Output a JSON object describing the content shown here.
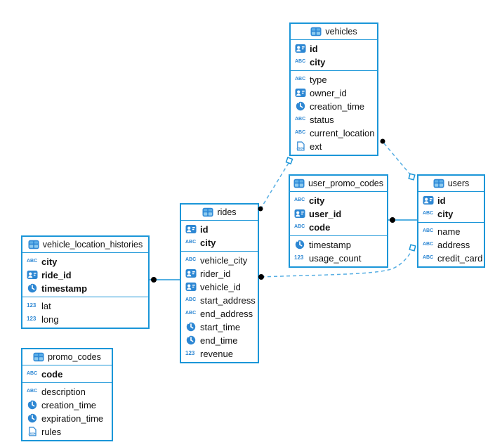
{
  "colors": {
    "table_border": "#1b96d8",
    "icon_blue": "#2d87d3",
    "dashed_line": "#56aee3",
    "dot": "#000000",
    "background": "#ffffff"
  },
  "icon_text": {
    "text": "ABC",
    "number": "123",
    "json": "JSON"
  },
  "tables": [
    {
      "name": "vehicles",
      "key_fields": [
        {
          "name": "id",
          "type": "id"
        },
        {
          "name": "city",
          "type": "text"
        }
      ],
      "fields": [
        {
          "name": "type",
          "type": "text"
        },
        {
          "name": "owner_id",
          "type": "id"
        },
        {
          "name": "creation_time",
          "type": "time"
        },
        {
          "name": "status",
          "type": "text"
        },
        {
          "name": "current_location",
          "type": "text"
        },
        {
          "name": "ext",
          "type": "json"
        }
      ]
    },
    {
      "name": "user_promo_codes",
      "key_fields": [
        {
          "name": "city",
          "type": "text"
        },
        {
          "name": "user_id",
          "type": "id"
        },
        {
          "name": "code",
          "type": "text"
        }
      ],
      "fields": [
        {
          "name": "timestamp",
          "type": "time"
        },
        {
          "name": "usage_count",
          "type": "number"
        }
      ]
    },
    {
      "name": "users",
      "key_fields": [
        {
          "name": "id",
          "type": "id"
        },
        {
          "name": "city",
          "type": "text"
        }
      ],
      "fields": [
        {
          "name": "name",
          "type": "text"
        },
        {
          "name": "address",
          "type": "text"
        },
        {
          "name": "credit_card",
          "type": "text"
        }
      ]
    },
    {
      "name": "rides",
      "key_fields": [
        {
          "name": "id",
          "type": "id"
        },
        {
          "name": "city",
          "type": "text"
        }
      ],
      "fields": [
        {
          "name": "vehicle_city",
          "type": "text"
        },
        {
          "name": "rider_id",
          "type": "id"
        },
        {
          "name": "vehicle_id",
          "type": "id"
        },
        {
          "name": "start_address",
          "type": "text"
        },
        {
          "name": "end_address",
          "type": "text"
        },
        {
          "name": "start_time",
          "type": "time"
        },
        {
          "name": "end_time",
          "type": "time"
        },
        {
          "name": "revenue",
          "type": "number"
        }
      ]
    },
    {
      "name": "vehicle_location_histories",
      "key_fields": [
        {
          "name": "city",
          "type": "text"
        },
        {
          "name": "ride_id",
          "type": "id"
        },
        {
          "name": "timestamp",
          "type": "time"
        }
      ],
      "fields": [
        {
          "name": "lat",
          "type": "number"
        },
        {
          "name": "long",
          "type": "number"
        }
      ]
    },
    {
      "name": "promo_codes",
      "key_fields": [
        {
          "name": "code",
          "type": "text"
        }
      ],
      "fields": [
        {
          "name": "description",
          "type": "text"
        },
        {
          "name": "creation_time",
          "type": "time"
        },
        {
          "name": "expiration_time",
          "type": "time"
        },
        {
          "name": "rules",
          "type": "json"
        }
      ]
    }
  ],
  "connections": [
    {
      "from": "vehicle_location_histories",
      "to": "rides",
      "style": "solid"
    },
    {
      "from": "user_promo_codes",
      "to": "users",
      "style": "solid"
    },
    {
      "from": "vehicles",
      "to": "rides",
      "style": "dashed"
    },
    {
      "from": "vehicles",
      "to": "users",
      "style": "dashed"
    },
    {
      "from": "rides",
      "to": "users",
      "style": "dashed"
    }
  ]
}
